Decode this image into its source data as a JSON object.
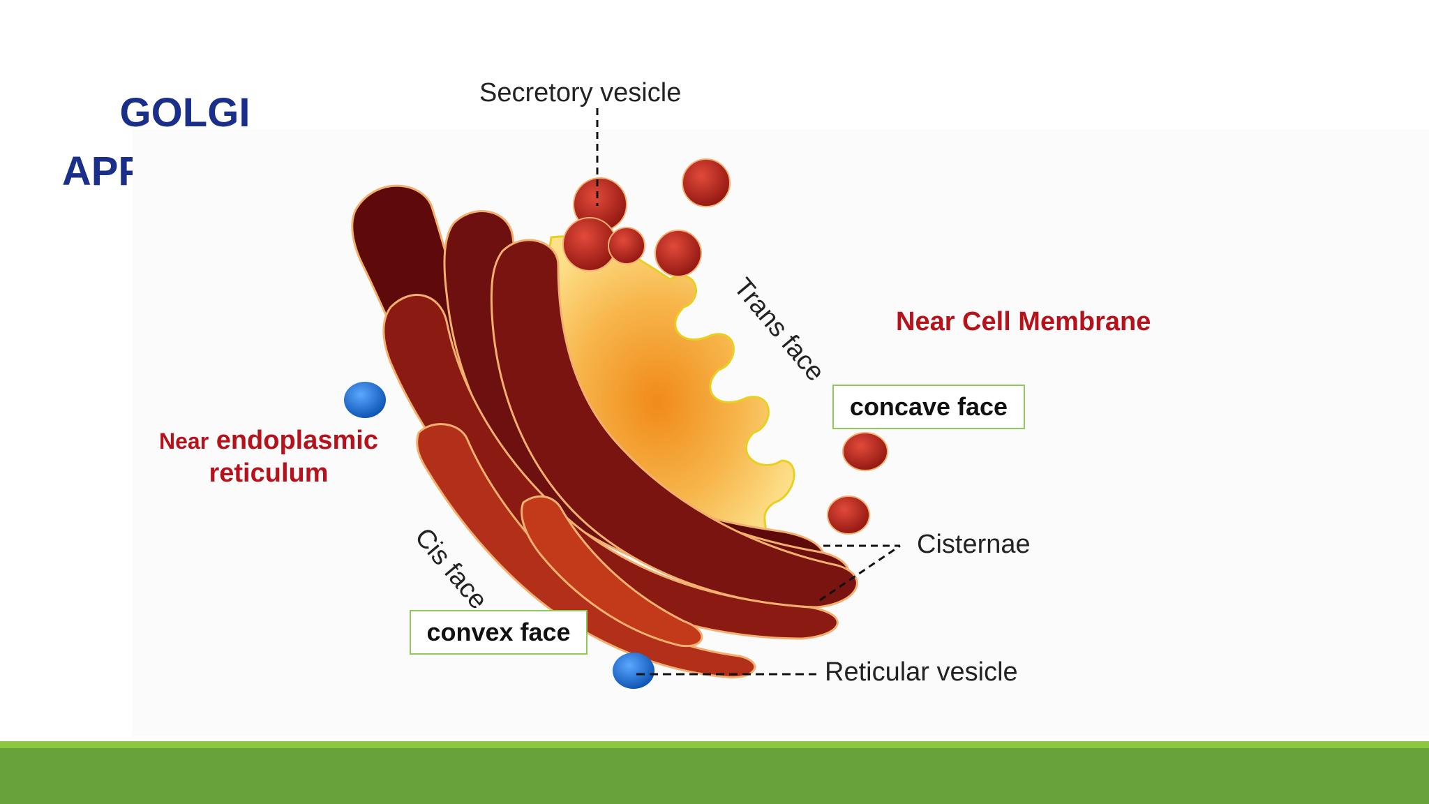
{
  "title": {
    "line1": "GOLGI",
    "line2": "APPARATUS"
  },
  "labels": {
    "secretory_vesicle": "Secretory vesicle",
    "trans_face": "Trans face",
    "cis_face": "Cis face",
    "cisternae": "Cisternae",
    "reticular_vesicle": "Reticular vesicle"
  },
  "annotations": {
    "near_cell_membrane": "Near Cell Membrane",
    "near_er_prefix": "Near",
    "near_er_rest": "endoplasmic",
    "near_er_line2": "reticulum",
    "concave_face": "concave face",
    "convex_face": "convex face"
  },
  "colors": {
    "title": "#1a2f8a",
    "annotation_red": "#b5121b",
    "cisternae_dark": "#5a0a0a",
    "cisternae_light": "#c23a1a",
    "lumen_yellow": "#f8c25a",
    "vesicle_red": "#b0221a",
    "vesicle_blue": "#1a6fd6",
    "bottom_bar_light": "#8dc63f",
    "bottom_bar_dark": "#67a33a"
  }
}
